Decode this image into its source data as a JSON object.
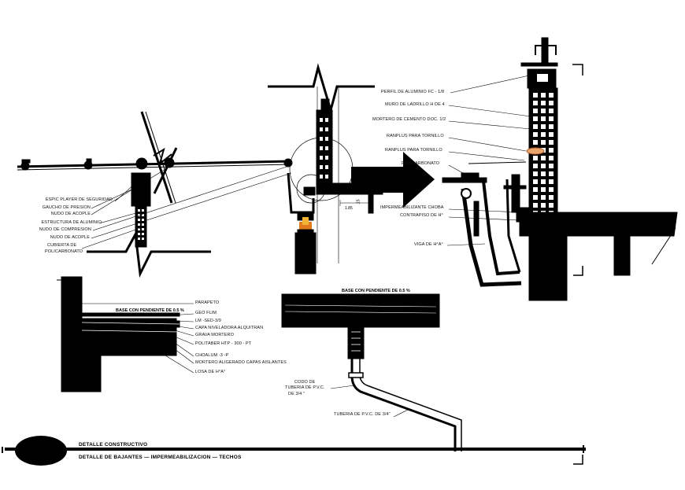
{
  "detail_left": {
    "labels": [
      "ESPIC PLAYER DE SEGURIDAD",
      "GAUCHO DE PRESION",
      "NUDO DE ACOPLE",
      "ESTRUCTURA  DE ALUMINIO",
      "NUDO  DE  COMPRESION",
      "NUDO DE ACOPLE",
      "CUBIERTA DE",
      "POLICARBONATO"
    ]
  },
  "detail_center": {
    "dimension_a": "1.85",
    "dimension_b": ".15"
  },
  "detail_right": {
    "labels": [
      "PERFIL DE ALUMINIO FC - 1/8",
      "MURO DE LADRILLO H DE 4",
      "MORTERO DE CEMENTO DOC. 1/2",
      "RANPLUS PARA TORNILLO",
      "RANPLUS PARA TORNILLO",
      "POLICARBONATO",
      "IMPERMEABILIZANTE CHOBA",
      "CONTRAPISO DE H°",
      "VIGA DE H°A°"
    ]
  },
  "detail_roof": {
    "title": "BASE CON PENDIENTE  DE  0.5  %",
    "labels": [
      "PARAPETO",
      "GEO FLIM",
      "LM -SED-3/9",
      "CAPA NIVELADORA ALQUITRAN",
      "GRAVA MORTERO",
      "POLITABER HTP - 300 - PT",
      "CHOALUM -3 -P",
      "MORTERO ALIGERADO CAPAS AISLANTES",
      "LOSA DE H°A°"
    ]
  },
  "detail_pipe": {
    "title": "BASE CON PENDIENTE  DE  0.5  %",
    "labels": [
      "CODO DE",
      "TUBERIA DE P.V.C.",
      "DE 3/4 \"",
      "TUBERIA DE P.V.C. DE 3/4\""
    ]
  },
  "footer": {
    "line1": "DETALLE CONSTRUCTIVO",
    "line2": "DETALLE DE BAJANTES  —  IMPERMEABILIZACION  —  TECHOS"
  }
}
